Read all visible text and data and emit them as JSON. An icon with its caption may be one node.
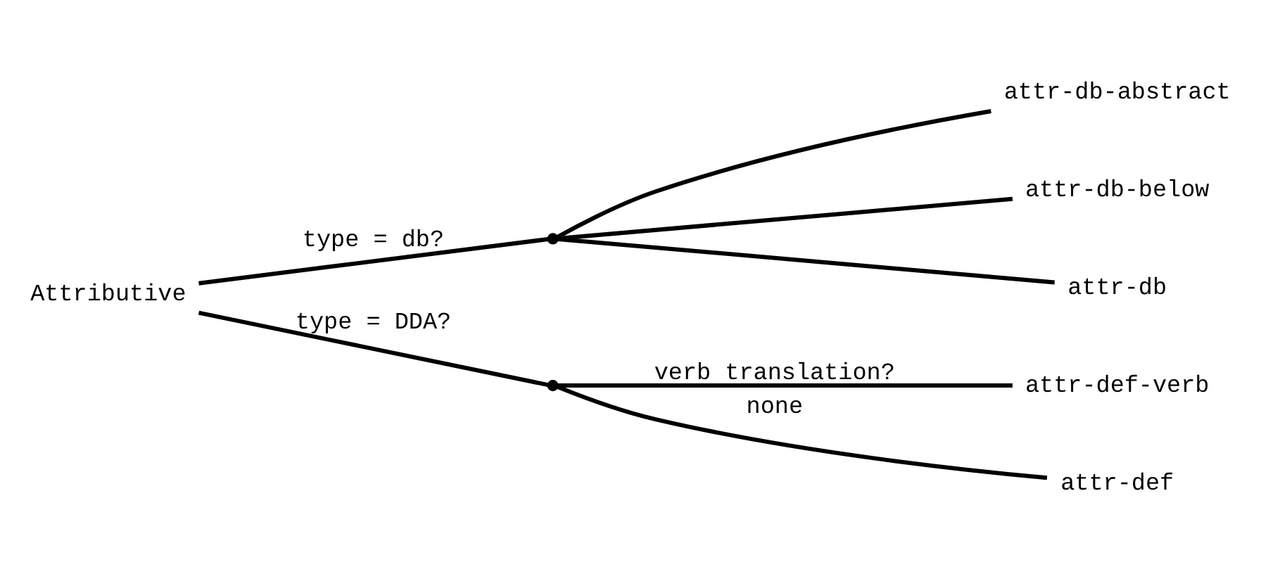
{
  "diagram": {
    "nodes": [
      {
        "text": [
          "Attributive"
        ]
      },
      {
        "text": [],
        "shape": "circle"
      },
      {
        "text": [
          "attr-db-abstract"
        ]
      },
      {
        "text": [
          "attr-db-below"
        ]
      },
      {
        "text": [
          "attr-db"
        ]
      },
      {
        "text": [],
        "shape": "circle"
      },
      {
        "text": [
          "attr-def-verb"
        ]
      },
      {
        "text": [
          "attr-def"
        ]
      }
    ],
    "edges": [
      {
        "from": 0,
        "to": 1,
        "arrow": "none",
        "label": "type = db?"
      },
      {
        "from": 1,
        "to": 2,
        "arrow": "none"
      },
      {
        "from": 1,
        "to": 3,
        "arrow": "none"
      },
      {
        "from": 1,
        "to": 4,
        "arrow": "none"
      },
      {
        "from": 0,
        "to": 5,
        "arrow": "none",
        "label": "type = DDA?"
      },
      {
        "from": 5,
        "to": 6,
        "arrow": "none",
        "label": "verb translation?"
      },
      {
        "from": 5,
        "to": 7,
        "arrow": "none",
        "label": "none"
      }
    ]
  }
}
